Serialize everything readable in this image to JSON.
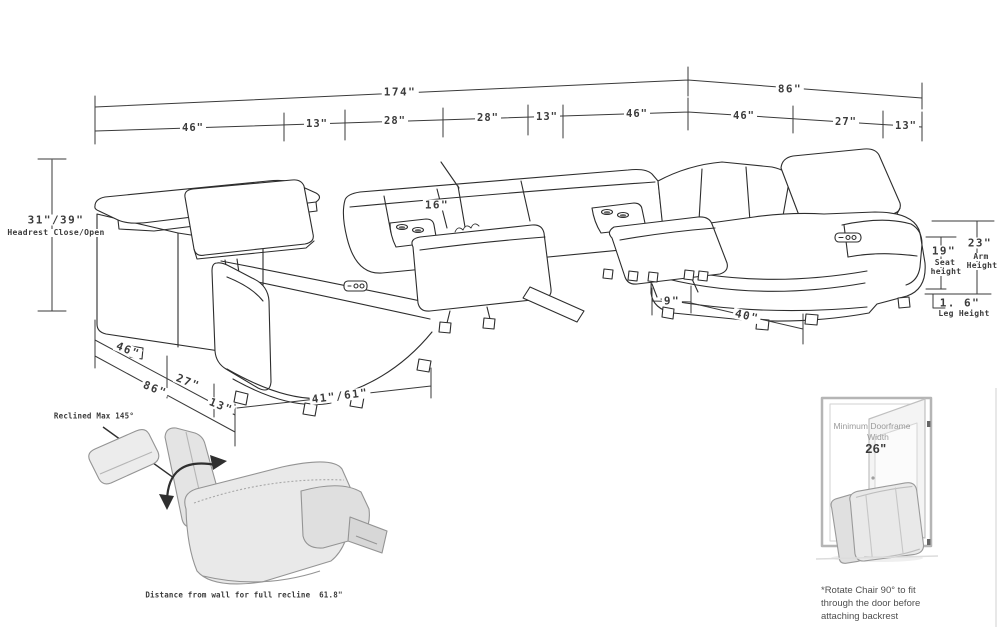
{
  "dims": {
    "top_left": "174\"",
    "top_right": "86\"",
    "row2": [
      "46\"",
      "13\"",
      "28\"",
      "28\"",
      "13\"",
      "46\"",
      "46\"",
      "27\"",
      "13\""
    ],
    "headrest_value": "31\"/39\"",
    "headrest_caption": "Headrest Close/Open",
    "back_height": "16\"",
    "console_width": "9\"",
    "corner_width": "40\"",
    "seat_height_value": "19\"",
    "seat_caption_1": "Seat",
    "seat_caption_2": "height",
    "arm_height_value": "23\"",
    "arm_caption_1": "Arm",
    "arm_caption_2": "Height",
    "leg_height_value": "1. 6\"",
    "leg_caption": "Leg Height",
    "depth_chaise": "46\"",
    "depth_total": "86\"",
    "depth_27": "27\"",
    "depth_13": "13\"",
    "recliner_extended": "41\"/61\""
  },
  "recliner": {
    "max_recline": "Reclined Max 145°",
    "wall_label": "Distance from wall for full recline",
    "wall_value": "61.8\""
  },
  "door": {
    "heading_1": "Minimum Doorframe",
    "heading_2": "Width",
    "width_value": "26\"",
    "note_1": "*Rotate Chair 90° to fit",
    "note_2": "through the door before",
    "note_3": "attaching backrest"
  },
  "colors": {
    "line": "#2d2d2d",
    "dim_line": "#3a3a3a",
    "dim_text": "#3b3b3b",
    "chair_fill": "#e9e9e9",
    "door_frame": "#b5b5b5",
    "door_text": "#9b9b9b",
    "note_text": "#4f4f4f"
  }
}
